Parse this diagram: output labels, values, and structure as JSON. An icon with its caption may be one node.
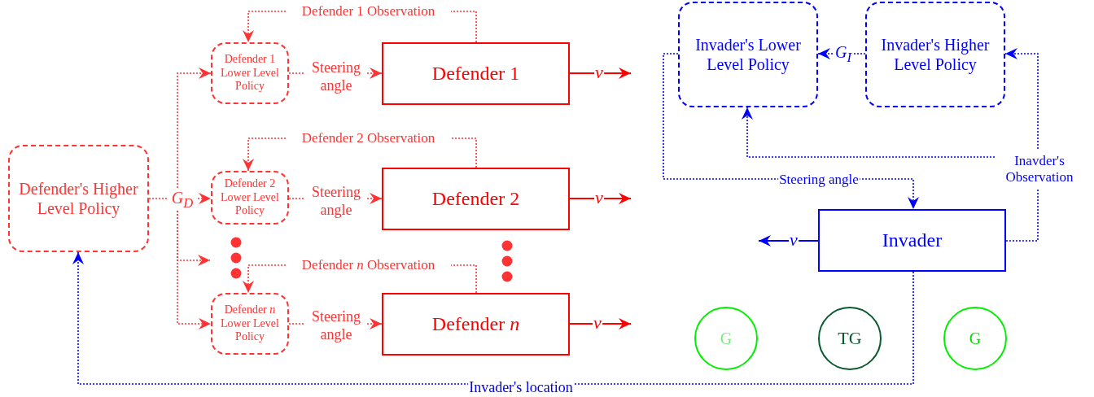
{
  "diagram": {
    "nodes": [
      {
        "text": [
          "Defender's Higher Level Policy"
        ]
      },
      {
        "text": [
          "G$_{D}$"
        ]
      },
      {
        "text": [
          "Defender 1 Lower Level Policy"
        ]
      },
      {
        "text": [
          "Defender 2 Lower Level Policy"
        ]
      },
      {
        "text": [
          "Defender *n* Lower Level Policy"
        ]
      },
      {
        "text": [
          "Defender 1"
        ]
      },
      {
        "text": [
          "Defender 2"
        ]
      },
      {
        "text": [
          "Defender *n*"
        ]
      },
      {
        "text": [
          "Defender 1 Observation"
        ]
      },
      {
        "text": [
          "Defender 2 Observation"
        ]
      },
      {
        "text": [
          "Defender *n* Observation"
        ]
      },
      {
        "text": [
          "Invader's Lower Level Policy"
        ]
      },
      {
        "text": [
          "Invader's Higher Level Policy"
        ]
      },
      {
        "text": [
          "Invader"
        ]
      },
      {
        "text": [
          "Inavder's Observation"
        ]
      },
      {
        "text": [
          "G"
        ]
      },
      {
        "text": [
          "TG"
        ]
      },
      {
        "text": [
          "G"
        ]
      }
    ],
    "edges": [
      {
        "from": 0,
        "to": 1,
        "arrow": "none",
        "style": "dashed"
      },
      {
        "from": 1,
        "to": 2,
        "arrow": "to",
        "style": "dashed"
      },
      {
        "from": 1,
        "to": 3,
        "arrow": "to",
        "style": "dashed"
      },
      {
        "from": 1,
        "to": 4,
        "arrow": "to",
        "style": "dashed"
      },
      {
        "from": 1,
        "to": null,
        "arrow": "to",
        "style": "dashed"
      },
      {
        "from": 2,
        "to": 5,
        "arrow": "to",
        "label": "Steering angle",
        "style": "dashed"
      },
      {
        "from": 3,
        "to": 6,
        "arrow": "to",
        "label": "Steering angle",
        "style": "dashed"
      },
      {
        "from": 4,
        "to": 7,
        "arrow": "to",
        "label": "Steering angle",
        "style": "dashed"
      },
      {
        "from": 5,
        "to": 8,
        "arrow": "none",
        "style": "dashed"
      },
      {
        "from": 8,
        "to": 2,
        "arrow": "to",
        "style": "dashed"
      },
      {
        "from": 6,
        "to": 9,
        "arrow": "none",
        "style": "dashed"
      },
      {
        "from": 9,
        "to": 3,
        "arrow": "to",
        "style": "dashed"
      },
      {
        "from": 7,
        "to": 10,
        "arrow": "none",
        "style": "dashed"
      },
      {
        "from": 10,
        "to": 4,
        "arrow": "to",
        "style": "dashed"
      },
      {
        "from": 5,
        "to": null,
        "arrow": "to",
        "label": "v",
        "color": "#ff0000"
      },
      {
        "from": 6,
        "to": null,
        "arrow": "to",
        "label": "v",
        "color": "#ff0000"
      },
      {
        "from": 7,
        "to": null,
        "arrow": "to",
        "label": "v",
        "color": "#ff0000"
      },
      {
        "from": 12,
        "to": 11,
        "arrow": "to",
        "label": "G$_{I}$",
        "style": "dashed",
        "color": "#0000ff"
      },
      {
        "from": 13,
        "to": 14,
        "arrow": "none",
        "style": "dashed",
        "color": "#0000ff"
      },
      {
        "from": 14,
        "to": 12,
        "arrow": "to",
        "style": "dashed",
        "color": "#0000ff"
      },
      {
        "from": 14,
        "to": 11,
        "arrow": "to",
        "style": "dashed",
        "color": "#0000ff"
      },
      {
        "from": 11,
        "to": 13,
        "arrow": "to",
        "label": "Steering angle",
        "style": "dashed",
        "color": "#0000ff"
      },
      {
        "from": 13,
        "to": null,
        "arrow": "to",
        "label": "v",
        "color": "#0000ff"
      },
      {
        "from": 13,
        "to": 0,
        "arrow": "to",
        "label": "Invader's location",
        "style": "dashed",
        "color": "#0000ff"
      }
    ]
  }
}
